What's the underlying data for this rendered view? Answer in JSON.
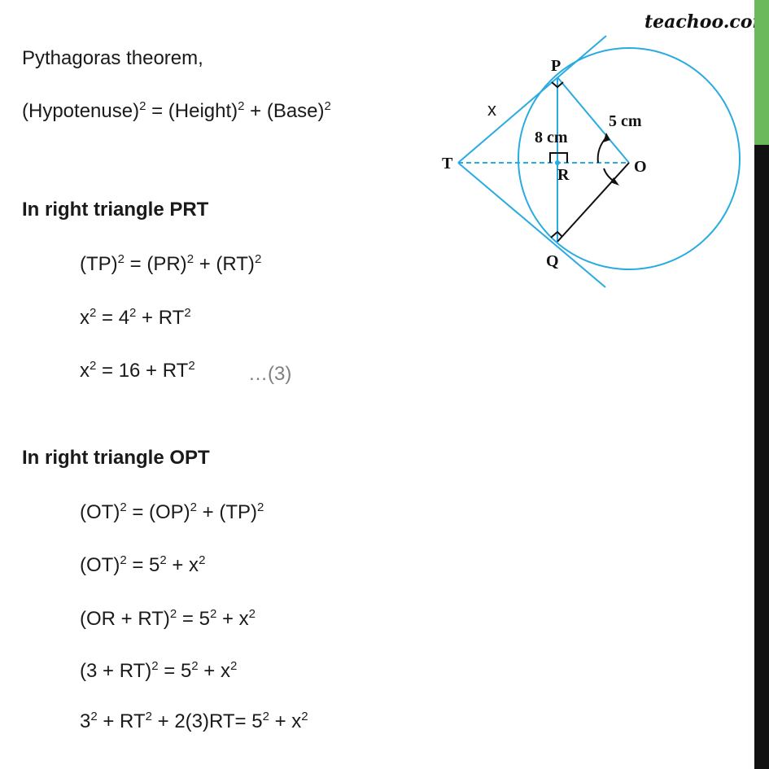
{
  "brand": "teachoo.com",
  "colors": {
    "accent": "#29abe2",
    "sidebar": "#111111",
    "sidebar_accent": "#6bb95a",
    "ref": "#7f7f7f"
  },
  "lines": [
    {
      "parts": [
        {
          "t": "Pythagoras theorem,"
        }
      ]
    },
    {
      "parts": [
        {
          "t": "(Hypotenuse)"
        },
        {
          "s": "2"
        },
        {
          "t": " = (Height)"
        },
        {
          "s": "2"
        },
        {
          "t": " + (Base)"
        },
        {
          "s": "2"
        }
      ]
    },
    {
      "parts": [
        {
          "t": "In right triangle PRT"
        }
      ]
    },
    {
      "parts": [
        {
          "t": "(TP)"
        },
        {
          "s": "2"
        },
        {
          "t": " = (PR)"
        },
        {
          "s": "2"
        },
        {
          "t": " + (RT)"
        },
        {
          "s": "2"
        }
      ]
    },
    {
      "parts": [
        {
          "t": "x"
        },
        {
          "s": "2"
        },
        {
          "t": " = 4"
        },
        {
          "s": "2"
        },
        {
          "t": " + RT"
        },
        {
          "s": "2"
        }
      ]
    },
    {
      "parts": [
        {
          "t": "x"
        },
        {
          "s": "2"
        },
        {
          "t": " = 16 + RT"
        },
        {
          "s": "2"
        }
      ]
    },
    {
      "parts": [
        {
          "t": "In right triangle OPT"
        }
      ]
    },
    {
      "parts": [
        {
          "t": "(OT)"
        },
        {
          "s": "2"
        },
        {
          "t": " = (OP)"
        },
        {
          "s": "2"
        },
        {
          "t": " + (TP)"
        },
        {
          "s": "2"
        }
      ]
    },
    {
      "parts": [
        {
          "t": "(OT)"
        },
        {
          "s": "2"
        },
        {
          "t": " = 5"
        },
        {
          "s": "2"
        },
        {
          "t": " + x"
        },
        {
          "s": "2"
        }
      ]
    },
    {
      "parts": [
        {
          "t": "(OR + RT)"
        },
        {
          "s": "2"
        },
        {
          "t": " = 5"
        },
        {
          "s": "2"
        },
        {
          "t": " + x"
        },
        {
          "s": "2"
        }
      ]
    },
    {
      "parts": [
        {
          "t": "(3 + RT)"
        },
        {
          "s": "2"
        },
        {
          "t": " = 5"
        },
        {
          "s": "2"
        },
        {
          "t": " + x"
        },
        {
          "s": "2"
        }
      ]
    },
    {
      "parts": [
        {
          "t": "3"
        },
        {
          "s": "2"
        },
        {
          "t": " + RT"
        },
        {
          "s": "2"
        },
        {
          "t": " + 2(3)RT= 5"
        },
        {
          "s": "2"
        },
        {
          "t": " + x"
        },
        {
          "s": "2"
        }
      ]
    }
  ],
  "equation_ref": "…(3)",
  "diagram": {
    "labels": {
      "P": "P",
      "T": "T",
      "R": "R",
      "O": "O",
      "Q": "Q",
      "x": "x",
      "pq": "8 cm",
      "op": "5 cm"
    }
  }
}
